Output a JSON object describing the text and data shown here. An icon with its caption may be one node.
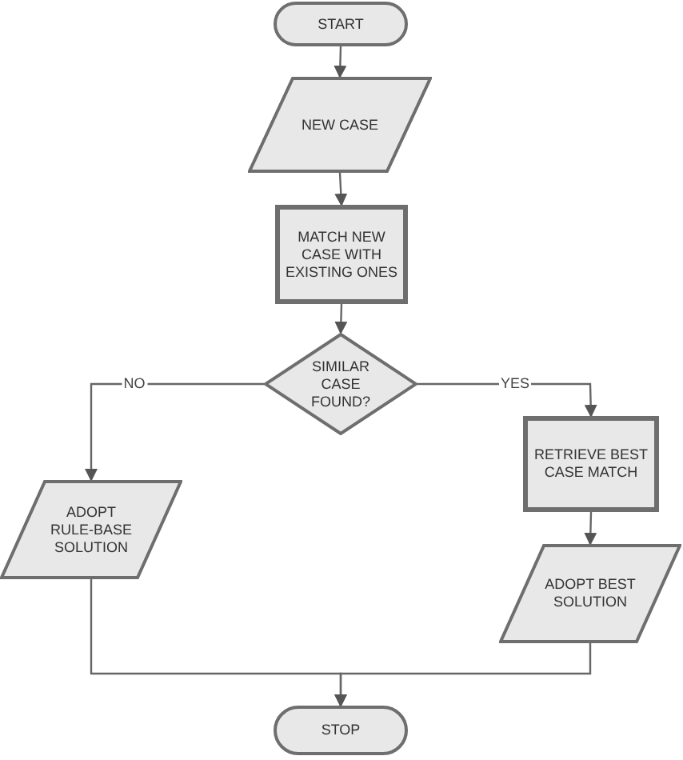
{
  "diagram": {
    "nodes": [
      {
        "text": [
          "START"
        ]
      },
      {
        "text": [
          "NEW CASE"
        ]
      },
      {
        "text": [
          "MATCH NEW CASE WITH EXISTING ONES"
        ]
      },
      {
        "text": [
          "SIMILAR CASE FOUND?"
        ]
      },
      {
        "text": [
          "ADOPT RULE-BASE SOLUTION"
        ]
      },
      {
        "text": [
          "RETRIEVE BEST CASE MATCH"
        ]
      },
      {
        "text": [
          "ADOPT BEST SOLUTION"
        ]
      },
      {
        "text": [
          "STOP"
        ]
      }
    ],
    "edges": [
      {
        "from": 0,
        "to": 1,
        "arrow": "to"
      },
      {
        "from": 1,
        "to": 2,
        "arrow": "to"
      },
      {
        "from": 2,
        "to": 3,
        "arrow": "to"
      },
      {
        "from": 3,
        "to": 4,
        "label": "NO",
        "arrow": "to"
      },
      {
        "from": 3,
        "to": 5,
        "label": "YES",
        "arrow": "to"
      },
      {
        "from": 5,
        "to": 6,
        "arrow": "to"
      },
      {
        "from": 4,
        "to": 7,
        "arrow": "to"
      },
      {
        "from": 6,
        "to": 7,
        "arrow": "to"
      }
    ]
  }
}
